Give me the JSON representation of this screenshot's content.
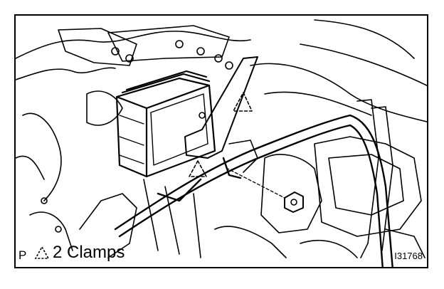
{
  "figure": {
    "page_letter": "P",
    "legend_text": "2 Clamps",
    "figure_id": "I31768",
    "legend_icon": "dashed-triangle-icon",
    "line_color": "#000000",
    "background_color": "#ffffff"
  }
}
